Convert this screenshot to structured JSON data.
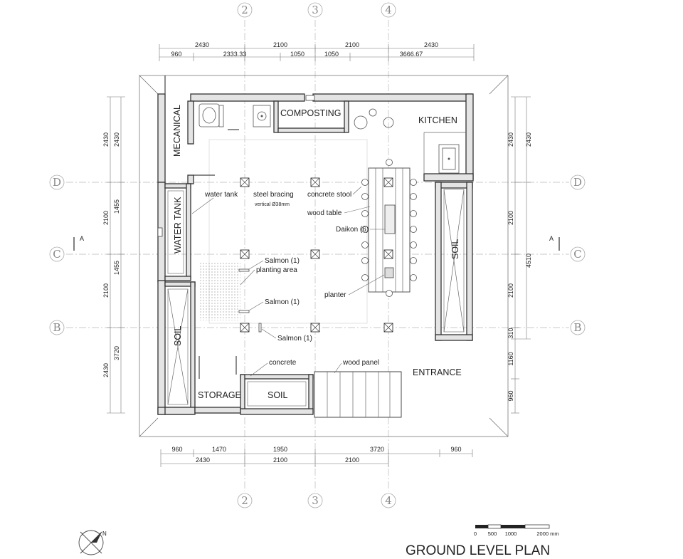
{
  "title": "GROUND LEVEL PLAN",
  "grid": {
    "n2": "2",
    "n3": "3",
    "n4": "4",
    "D": "D",
    "C": "C",
    "B": "B"
  },
  "section_mark": "A",
  "rooms": {
    "mechanical": "MECANICAL",
    "composting": "COMPOSTING",
    "kitchen": "KITCHEN",
    "water_tank": "WATER TANK",
    "soil_left": "SOIL",
    "soil_right": "SOIL",
    "soil_bottom": "SOIL",
    "storage": "STORAGE",
    "entrance": "ENTRANCE"
  },
  "labels": {
    "water_tank": "water tank",
    "steel_bracing": "steel bracing",
    "vertical": "vertical Ø38mm",
    "concrete_stool": "concrete stool",
    "wood_table": "wood table",
    "daikon": "Daikon (6)",
    "salmon1": "Salmon (1)",
    "planting_area": "planting area",
    "salmon2": "Salmon (1)",
    "planter": "planter",
    "salmon3": "Salmon (1)",
    "concrete": "concrete",
    "wood_panel": "wood panel"
  },
  "dims": {
    "top_outer": [
      "2430",
      "2100",
      "2100",
      "2430"
    ],
    "top_inner": [
      "960",
      "2333.33",
      "1050",
      "1050",
      "3666.67"
    ],
    "bottom_inner": [
      "960",
      "1470",
      "1950",
      "3720",
      "960"
    ],
    "bottom_outer": [
      "2430",
      "2100",
      "2100"
    ],
    "left_outer": [
      "2430",
      "2100",
      "2100",
      "2430"
    ],
    "left_inner": [
      "2430",
      "1455",
      "1455",
      "3720"
    ],
    "right_inner": [
      "2430",
      "2100",
      "2100",
      "310",
      "1160",
      "960"
    ],
    "right_outer": [
      "2430",
      "4510"
    ]
  },
  "scale": {
    "t0": "0",
    "t1": "500",
    "t2": "1000",
    "t3": "2000 mm"
  },
  "north": "N"
}
